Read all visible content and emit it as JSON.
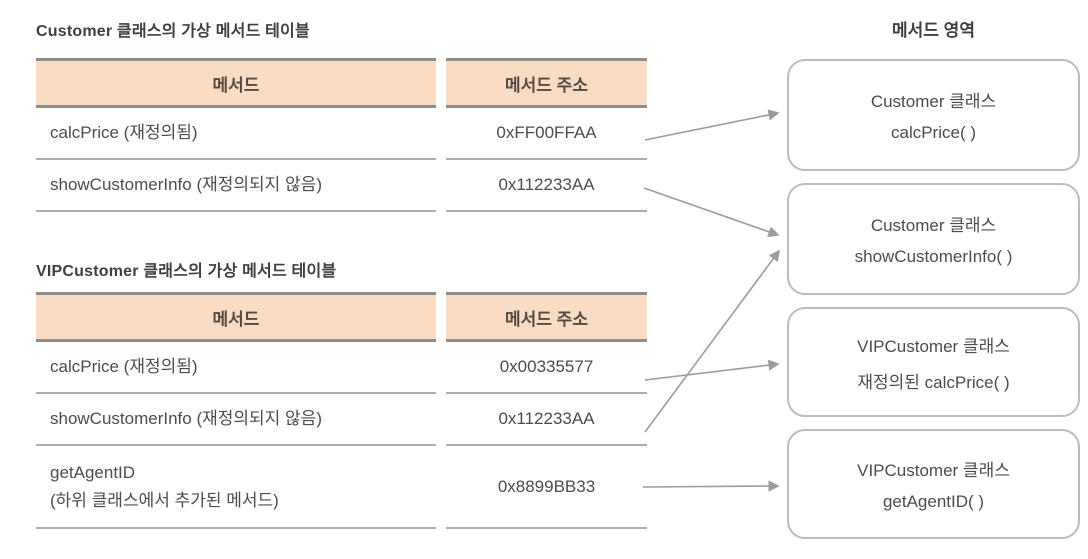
{
  "colors": {
    "header_fill": "#fadcc2",
    "header_border": "#8d8d8d",
    "row_border": "#adadad",
    "box_border": "#bcbcbc",
    "arrow": "#9c9c9c",
    "text": "#4c4c4c"
  },
  "tables": [
    {
      "title": "Customer 클래스의 가상 메서드 테이블",
      "headers": [
        "메서드",
        "메서드 주소"
      ],
      "rows": [
        {
          "method": "calcPrice (재정의됨)",
          "address": "0xFF00FFAA"
        },
        {
          "method": "showCustomerInfo (재정의되지 않음)",
          "address": "0x112233AA"
        }
      ]
    },
    {
      "title": "VIPCustomer 클래스의 가상 메서드 테이블",
      "headers": [
        "메서드",
        "메서드 주소"
      ],
      "rows": [
        {
          "method": "calcPrice (재정의됨)",
          "address": "0x00335577"
        },
        {
          "method": "showCustomerInfo (재정의되지 않음)",
          "address": "0x112233AA"
        },
        {
          "method": "getAgentID\n(하위 클래스에서 추가된 메서드)",
          "address": "0x8899BB33"
        }
      ]
    }
  ],
  "method_area": {
    "title": "메서드 영역",
    "boxes": [
      {
        "line1": "Customer 클래스",
        "line2": "calcPrice( )"
      },
      {
        "line1": "Customer 클래스",
        "line2": "showCustomerInfo( )"
      },
      {
        "line1": "VIPCustomer 클래스",
        "line2": "재정의된 calcPrice( )"
      },
      {
        "line1": "VIPCustomer 클래스",
        "line2": "getAgentID( )"
      }
    ]
  }
}
